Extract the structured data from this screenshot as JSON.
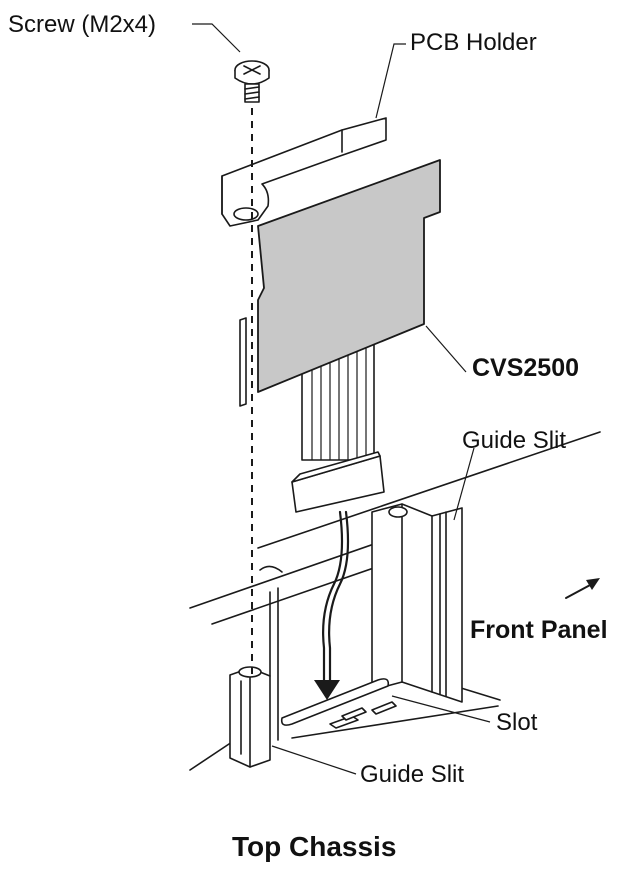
{
  "labels": {
    "screw": "Screw (M2x4)",
    "pcb_holder": "PCB Holder",
    "board": "CVS2500",
    "guide_slit_top": "Guide Slit",
    "front_panel": "Front Panel",
    "slot": "Slot",
    "guide_slit_bottom": "Guide Slit"
  },
  "title": "Top Chassis",
  "colors": {
    "pcb_fill": "#c8c8c8",
    "line": "#1a1a1a",
    "background": "#ffffff"
  }
}
